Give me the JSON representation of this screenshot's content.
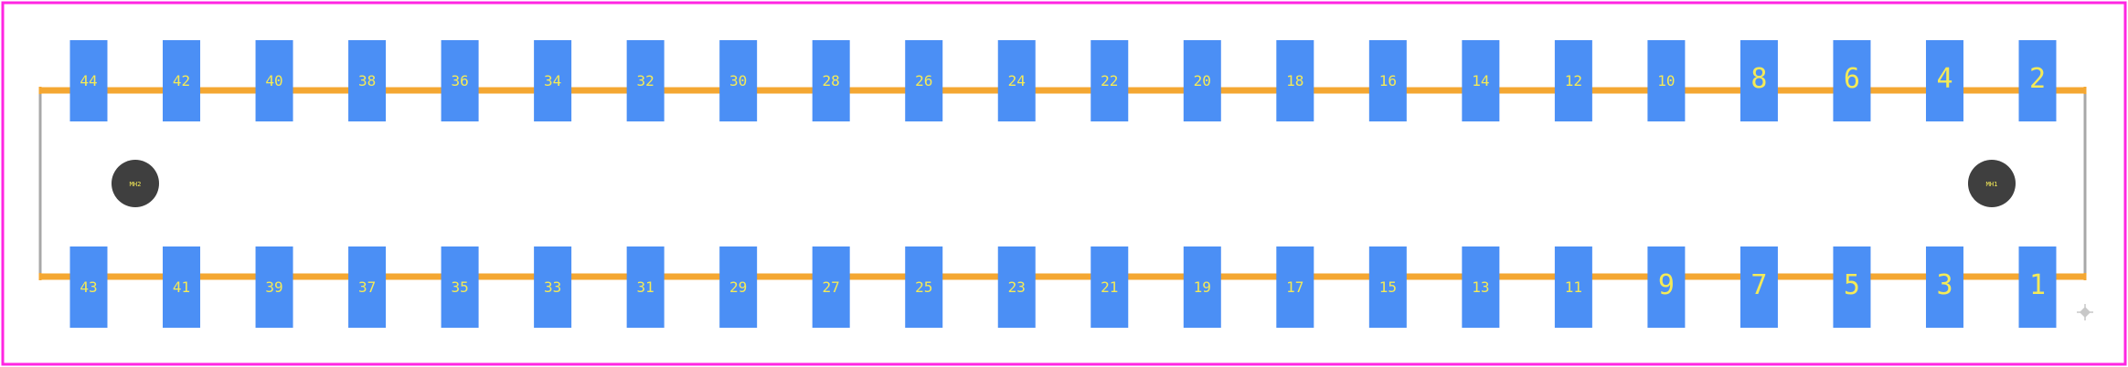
{
  "colors": {
    "board_outline": "#ff26e2",
    "silkscreen": "#f4a732",
    "outline_gray": "#a8a8a8",
    "pad": "#4b8ff5",
    "pad_label": "#f4ea57",
    "hole": "#3f3f3f",
    "hole_label": "#f4ea57",
    "origin_marker": "#c8c8c8"
  },
  "pads": {
    "top_row": [
      "44",
      "42",
      "40",
      "38",
      "36",
      "34",
      "32",
      "30",
      "28",
      "26",
      "24",
      "22",
      "20",
      "18",
      "16",
      "14",
      "12",
      "10",
      "8",
      "6",
      "4",
      "2"
    ],
    "bottom_row": [
      "43",
      "41",
      "39",
      "37",
      "35",
      "33",
      "31",
      "29",
      "27",
      "25",
      "23",
      "21",
      "19",
      "17",
      "15",
      "13",
      "11",
      "9",
      "7",
      "5",
      "3",
      "1"
    ]
  },
  "mounting_holes": [
    {
      "label": "MH2"
    },
    {
      "label": "MH1"
    }
  ],
  "icons": {
    "origin": "crosshair-diamond-icon"
  }
}
